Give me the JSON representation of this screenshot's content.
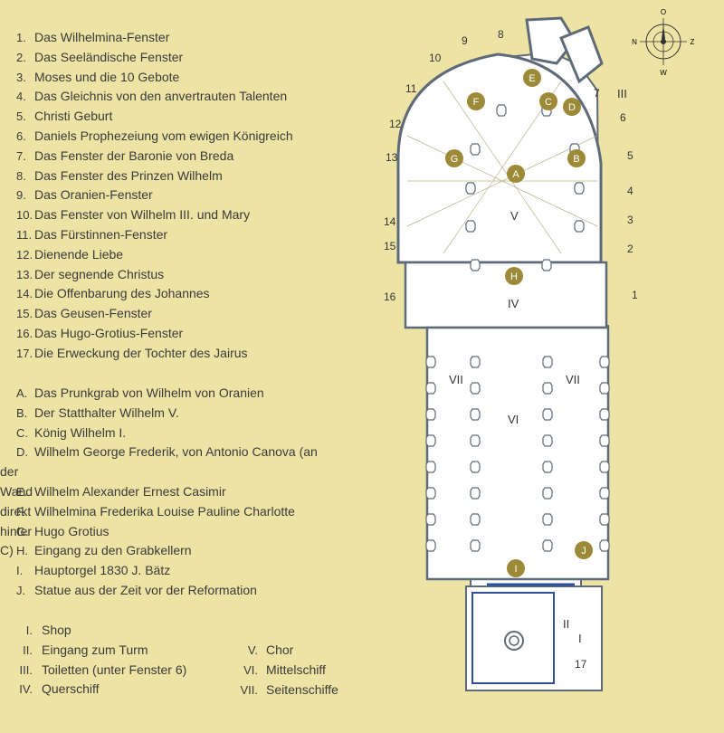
{
  "windows": [
    {
      "num": "1.",
      "label": "Das Wilhelmina-Fenster"
    },
    {
      "num": "2.",
      "label": "Das Seeländische Fenster"
    },
    {
      "num": "3.",
      "label": "Moses und die 10 Gebote"
    },
    {
      "num": "4.",
      "label": "Das Gleichnis von den anvertrauten Talenten"
    },
    {
      "num": "5.",
      "label": "Christi Geburt"
    },
    {
      "num": "6.",
      "label": "Daniels Prophezeiung vom ewigen Königreich"
    },
    {
      "num": "7.",
      "label": "Das Fenster der Baronie von Breda"
    },
    {
      "num": "8.",
      "label": "Das Fenster des Prinzen Wilhelm"
    },
    {
      "num": "9.",
      "label": "Das Oranien-Fenster"
    },
    {
      "num": "10.",
      "label": "Das Fenster von Wilhelm III. und Mary"
    },
    {
      "num": "11.",
      "label": "Das Fürstinnen-Fenster"
    },
    {
      "num": "12.",
      "label": "Dienende Liebe"
    },
    {
      "num": "13.",
      "label": "Der segnende Christus"
    },
    {
      "num": "14.",
      "label": "Die Offenbarung des Johannes"
    },
    {
      "num": "15.",
      "label": "Das Geusen-Fenster"
    },
    {
      "num": "16.",
      "label": "Das Hugo-Grotius-Fenster"
    },
    {
      "num": "17.",
      "label": "Die Erweckung der Tochter des Jairus"
    }
  ],
  "monuments": [
    {
      "num": "A.",
      "label": "Das Prunkgrab von Wilhelm von Oranien"
    },
    {
      "num": "B.",
      "label": "Der Statthalter Wilhelm V."
    },
    {
      "num": "C.",
      "label": "König Wilhelm I."
    },
    {
      "num": "D.",
      "label": "Wilhelm George Frederik, von Antonio Canova (an",
      "label2": "der Wand direkt hinter C)"
    },
    {
      "num": "E.",
      "label": "Wilhelm Alexander Ernest Casimir"
    },
    {
      "num": "F.",
      "label": "Wilhelmina Frederika Louise Pauline Charlotte"
    },
    {
      "num": "G.",
      "label": "Hugo Grotius"
    },
    {
      "num": "H.",
      "label": "Eingang zu den Grabkellern"
    },
    {
      "num": "I.",
      "label": "Hauptorgel 1830 J. Bätz"
    },
    {
      "num": "J.",
      "label": "Statue aus der Zeit vor der Reformation"
    }
  ],
  "rooms_left": [
    {
      "num": "I.",
      "label": "Shop"
    },
    {
      "num": "II.",
      "label": "Eingang zum Turm"
    },
    {
      "num": "III.",
      "label": "Toiletten (unter Fenster 6)"
    },
    {
      "num": "IV.",
      "label": "Querschiff"
    }
  ],
  "rooms_right": [
    {
      "num": "V.",
      "label": "Chor"
    },
    {
      "num": "VI.",
      "label": "Mittelschiff"
    },
    {
      "num": "VII.",
      "label": "Seitenschiffe"
    }
  ],
  "compass": {
    "north": "O",
    "south": "W",
    "west": "N",
    "east": "Z"
  },
  "plan": {
    "window_labels": [
      "1",
      "2",
      "3",
      "4",
      "5",
      "6",
      "7",
      "8",
      "9",
      "10",
      "11",
      "12",
      "13",
      "14",
      "15",
      "16",
      "17"
    ],
    "monument_markers": [
      "A",
      "B",
      "C",
      "D",
      "E",
      "F",
      "G",
      "H",
      "I",
      "J"
    ],
    "area_labels": {
      "choir": "V",
      "transept": "IV",
      "nave": "VI",
      "aisle_left": "VII",
      "aisle_right": "VII",
      "shop": "I",
      "tower": "II",
      "toilets": "III"
    }
  },
  "colors": {
    "background": "#ede3a4",
    "marker": "#9c8a38",
    "floor": "#ffffff",
    "wall": "#5f6a78",
    "accent": "#2d4f9c"
  }
}
